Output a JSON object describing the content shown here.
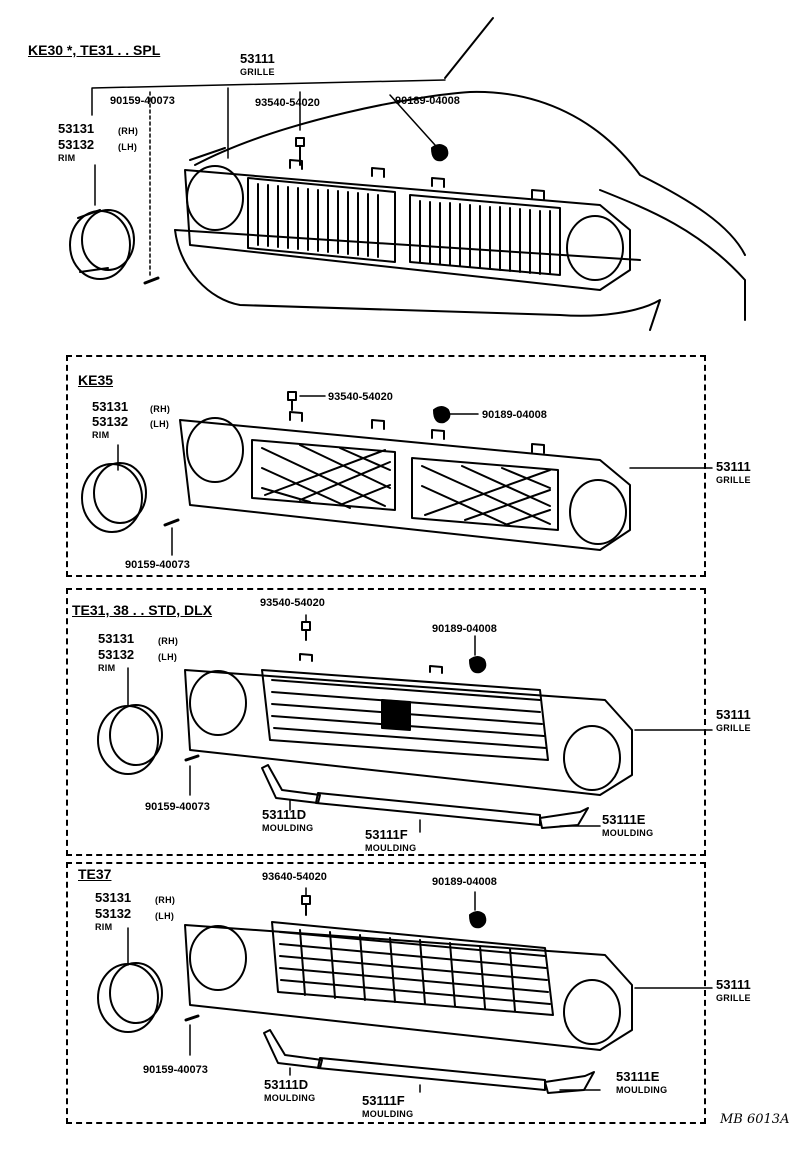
{
  "section1": {
    "header": "KE30 *, TE31 . . SPL",
    "grille_num": "53111",
    "grille_word": "GRILLE",
    "clip_num": "90159-40073",
    "screw_num": "93540-54020",
    "nut_num": "90189-04008",
    "rim_rh": "53131",
    "rh": "(RH)",
    "rim_lh": "53132",
    "lh": "(LH)",
    "rim_word": "RIM"
  },
  "section2": {
    "header": "KE35",
    "rim_rh": "53131",
    "rh": "(RH)",
    "rim_lh": "53132",
    "lh": "(LH)",
    "rim_word": "RIM",
    "screw_num": "93540-54020",
    "nut_num": "90189-04008",
    "clip_num": "90159-40073",
    "grille_num": "53111",
    "grille_word": "GRILLE"
  },
  "section3": {
    "header": "TE31, 38 . . STD, DLX",
    "screw_num": "93540-54020",
    "nut_num": "90189-04008",
    "rim_rh": "53131",
    "rh": "(RH)",
    "rim_lh": "53132",
    "lh": "(LH)",
    "rim_word": "RIM",
    "clip_num": "90159-40073",
    "grille_num": "53111",
    "grille_word": "GRILLE",
    "mould_d": "53111D",
    "mould_f": "53111F",
    "mould_e": "53111E",
    "mould_word": "MOULDING"
  },
  "section4": {
    "header": "TE37",
    "screw_num": "93640-54020",
    "nut_num": "90189-04008",
    "rim_rh": "53131",
    "rh": "(RH)",
    "rim_lh": "53132",
    "lh": "(LH)",
    "rim_word": "RIM",
    "clip_num": "90159-40073",
    "grille_num": "53111",
    "grille_word": "GRILLE",
    "mould_d": "53111D",
    "mould_f": "53111F",
    "mould_e": "53111E",
    "mould_word": "MOULDING"
  },
  "footer": {
    "code": "MB 6013A"
  }
}
